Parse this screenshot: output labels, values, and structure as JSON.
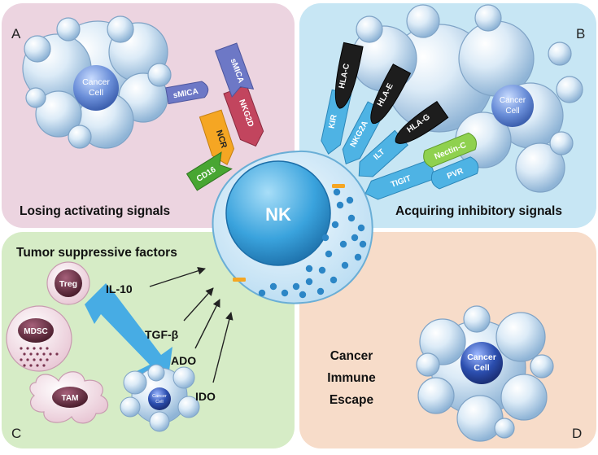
{
  "panels": {
    "a": {
      "letter": "A",
      "caption": "Losing activating signals"
    },
    "b": {
      "letter": "B",
      "caption": "Acquiring inhibitory signals"
    },
    "c": {
      "letter": "C",
      "caption": "Tumor suppressive factors"
    },
    "d": {
      "letter": "D",
      "caption_lines": [
        "Cancer",
        "Immune",
        "Escape"
      ]
    }
  },
  "cells": {
    "nk": "NK",
    "cancer_lines": [
      "Cancer",
      "Cell"
    ]
  },
  "activating_receptors": {
    "cd16": "CD16",
    "ncr": "NCR",
    "nkg2d": "NKG2D",
    "smica_bound": "sMICA",
    "smica_free": "sMICA"
  },
  "inhibitory_receptors": {
    "kir": "KIR",
    "nkg2a": "NKG2A",
    "ilt": "ILT",
    "tigit": "TIGIT",
    "pvr": "PVR",
    "hla_c": "HLA-C",
    "hla_e": "HLA-E",
    "hla_g": "HLA-G",
    "nectin_c": "Nectin-C"
  },
  "suppressors": {
    "treg": "Treg",
    "mdsc": "MDSC",
    "tam": "TAM",
    "factors": [
      "IL-10",
      "TGF-β",
      "ADO",
      "IDO"
    ]
  },
  "colors": {
    "panel_a": "#ecd4e0",
    "panel_b": "#c7e6f4",
    "panel_c": "#d6ecc6",
    "panel_d": "#f7dcc9",
    "nk_blue": "#3aa3dd",
    "receptor_blue": "#4eb3e4",
    "ligand_dark": "#1d1d1d",
    "ncr": "#f5a623",
    "nkg2d": "#c2455e",
    "cd16": "#48a632",
    "nectin": "#8fd14f",
    "smica": "#6d78c6"
  }
}
